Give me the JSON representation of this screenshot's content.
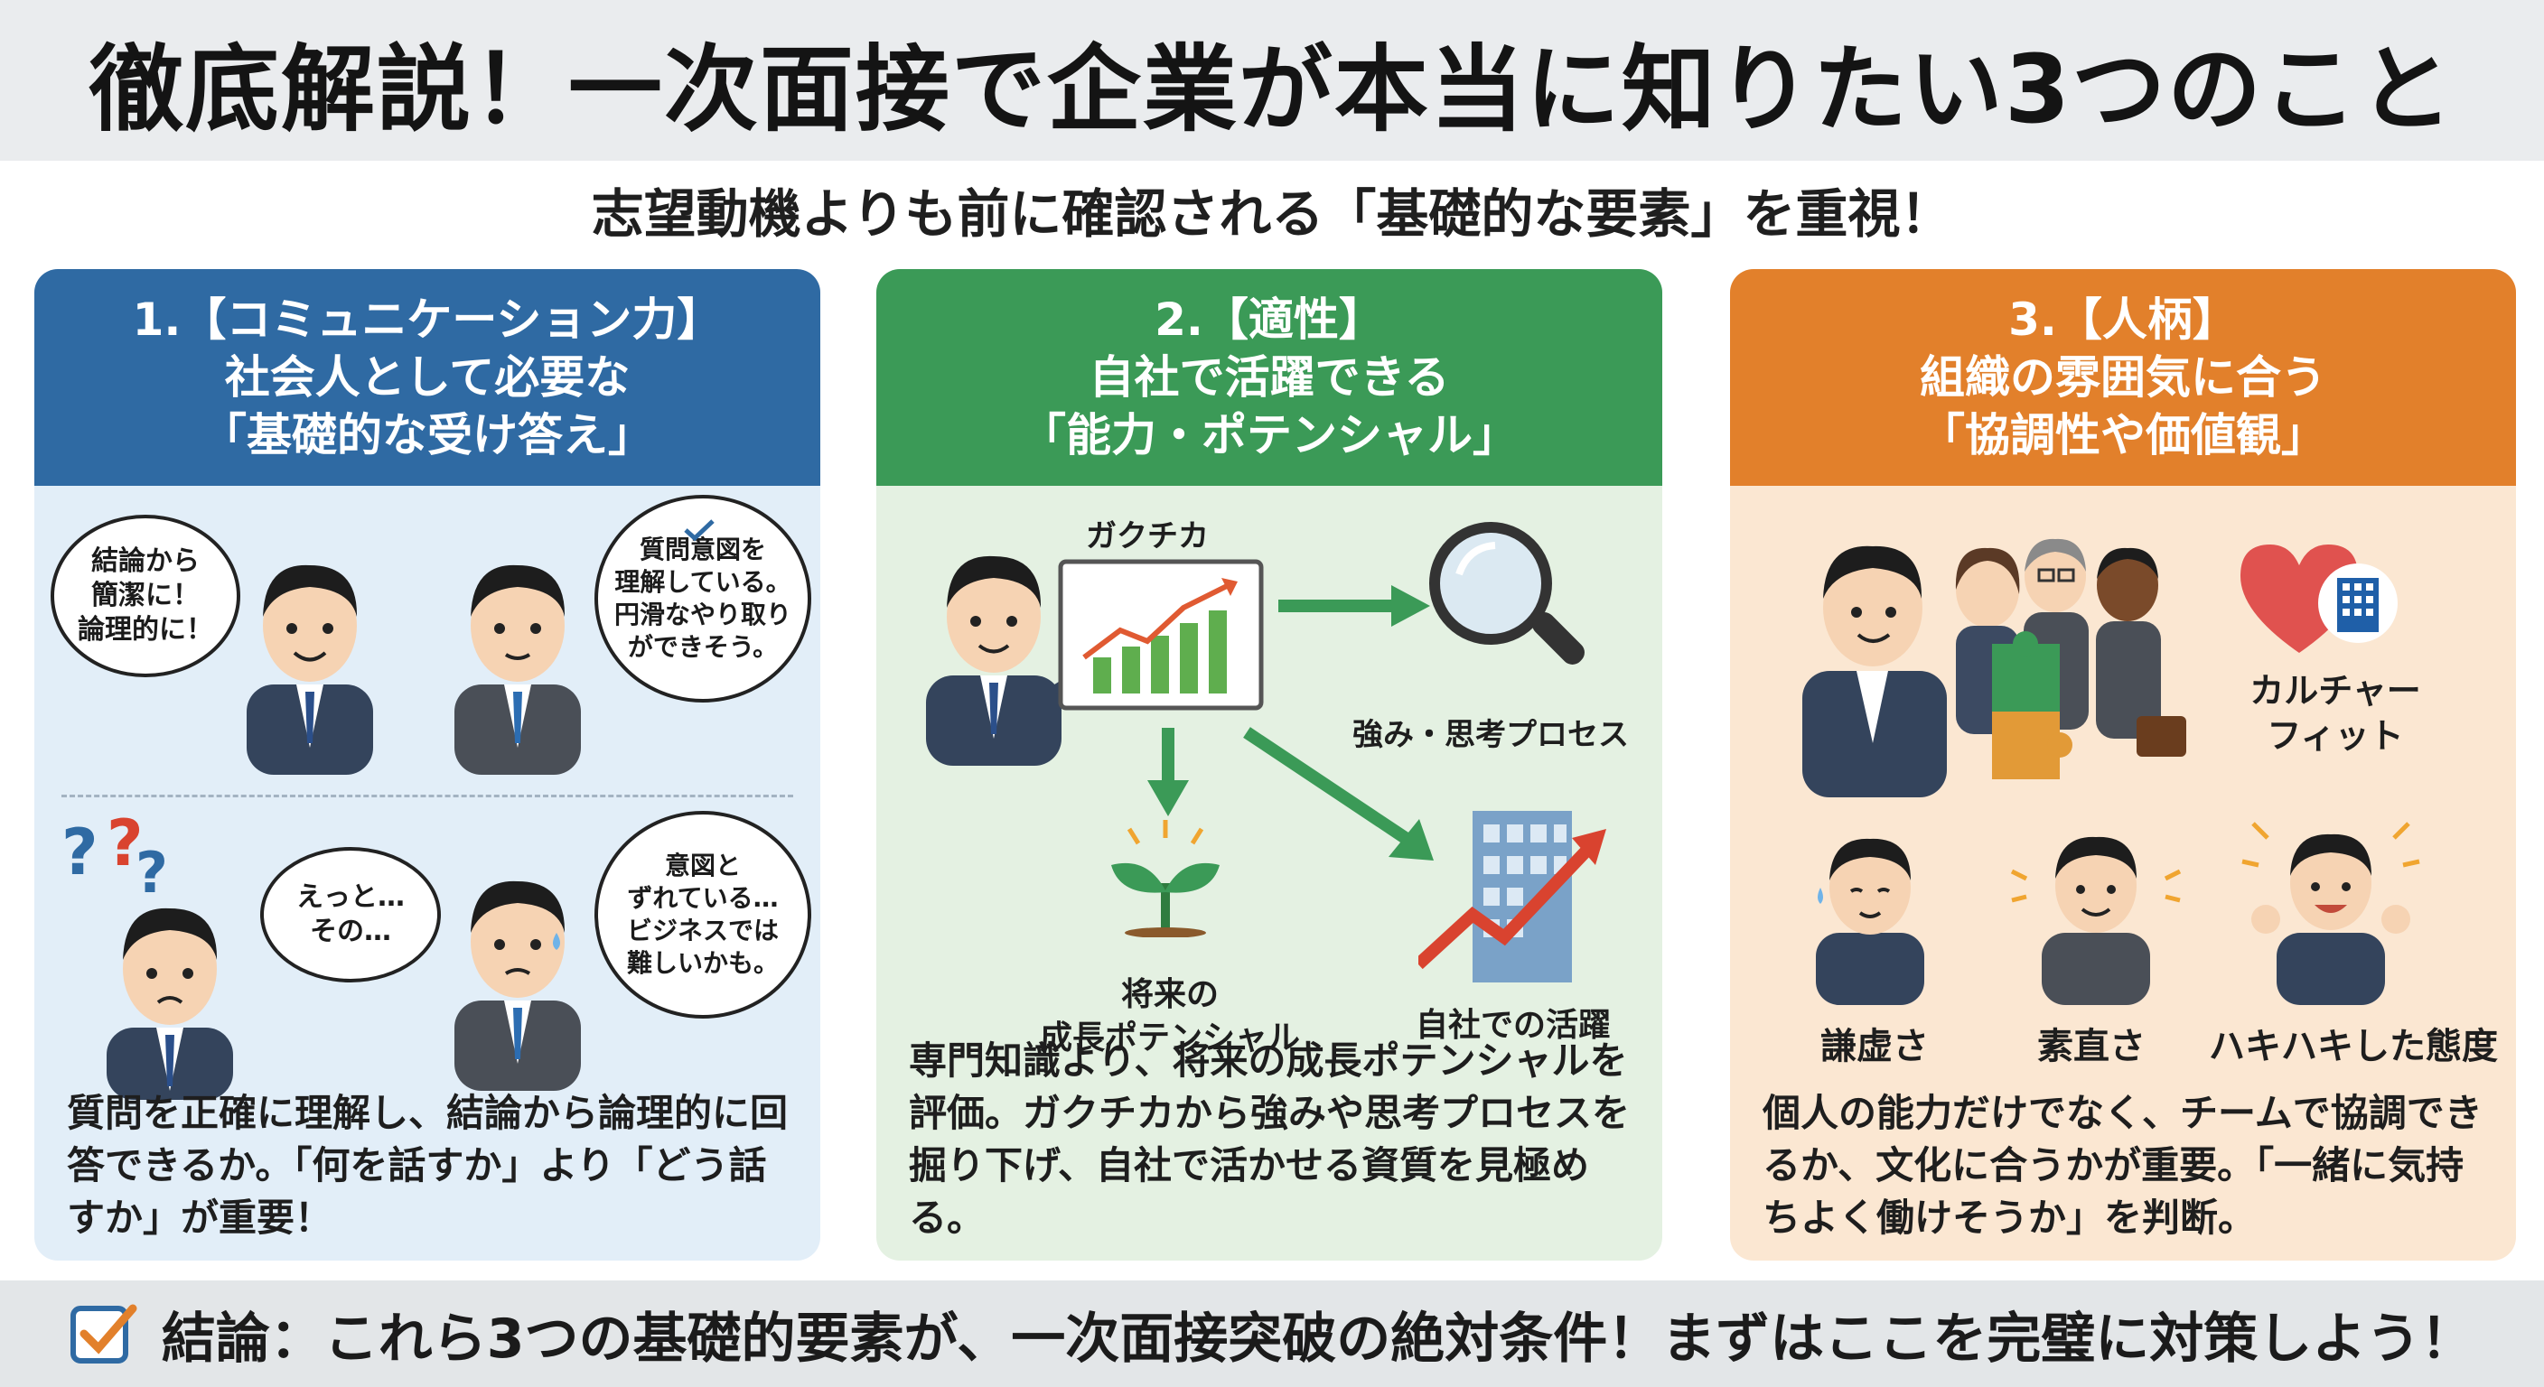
{
  "title": "徹底解説！一次面接で企業が本当に知りたい3つのこと",
  "subtitle": "志望動機よりも前に確認される「基礎的な要素」を重視！",
  "panels": [
    {
      "head": [
        "1.【コミュニケーション力】",
        "社会人として必要な",
        "「基礎的な受け答え」"
      ],
      "bubble_top_left": [
        "結論から",
        "簡潔に！",
        "論理的に！"
      ],
      "bubble_top_right": [
        "質問意図を",
        "理解している。",
        "円滑なやり取り",
        "ができそう。"
      ],
      "bubble_bottom_left": [
        "えっと…",
        "その…"
      ],
      "bubble_bottom_right": [
        "意図と",
        "ずれている…",
        "ビジネスでは",
        "難しいかも。"
      ],
      "description": "質問を正確に理解し、結論から論理的に回答できるか。「何を話すか」より「どう話すか」が重要！"
    },
    {
      "head": [
        "2.【適性】",
        "自社で活躍できる",
        "「能力・ポテンシャル」"
      ],
      "label_gakuchika": "ガクチカ",
      "label_strength": "強み・思考プロセス",
      "label_potential": [
        "将来の",
        "成長ポテンシャル"
      ],
      "label_active": "自社での活躍",
      "description": "専門知識より、将来の成長ポテンシャルを評価。ガクチカから強みや思考プロセスを掘り下げ、自社で活かせる資質を見極める。"
    },
    {
      "head": [
        "3.【人柄】",
        "組織の雰囲気に合う",
        "「協調性や価値観」"
      ],
      "label_culture": [
        "カルチャー",
        "フィット"
      ],
      "trait_1": "謙虚さ",
      "trait_2": "素直さ",
      "trait_3": "ハキハキした態度",
      "description": "個人の能力だけでなく、チームで協調できるか、文化に合うかが重要。「一緒に気持ちよく働けそうか」を判断。"
    }
  ],
  "conclusion": "結論：これら3つの基礎的要素が、一次面接突破の絶対条件！まずはここを完璧に対策しよう！",
  "colors": {
    "blue": "#2f6aa3",
    "green": "#3b9a57",
    "orange": "#e2802b"
  },
  "icons": [
    "check-icon",
    "question-mark-icon",
    "chart-board-icon",
    "magnifier-icon",
    "sprout-icon",
    "building-growth-icon",
    "puzzle-icon",
    "heart-puzzle-icon",
    "office-building-icon"
  ]
}
